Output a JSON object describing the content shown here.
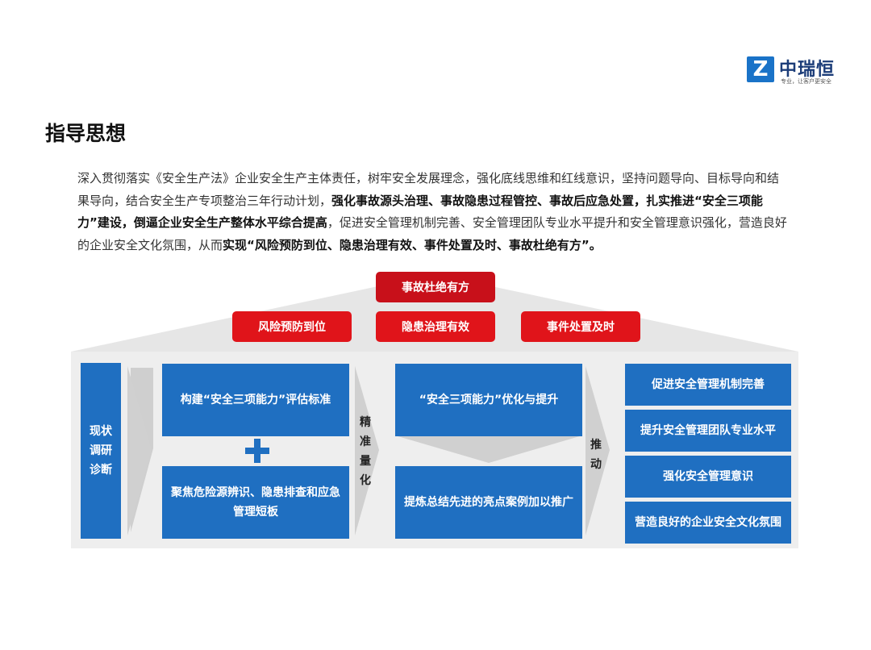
{
  "logo": {
    "mark": "Z",
    "name": "中瑞恒",
    "tagline": "专业，让客户更安全"
  },
  "page_title": "指导思想",
  "intro": {
    "p1": "深入贯彻落实《安全生产法》企业安全生产主体责任，树牢安全发展理念，强化底线思维和红线意识，坚持问题导向、目标导向和结果导向，结合安全生产专项整治三年行动计划，",
    "b1": "强化事故源头治理、事故隐患过程管控、事故后应急处置，扎实推进“安全三项能力”建设，倒逼企业安全生产整体水平综合提高",
    "p2": "，促进安全管理机制完善、安全管理团队专业水平提升和安全管理意识强化，营造良好的企业安全文化氛围，从而",
    "b2": "实现“风险预防到位、隐患治理有效、事件处置及时、事故杜绝有方”。"
  },
  "roof": {
    "top": "事故杜绝有方",
    "row": [
      "风险预防到位",
      "隐患治理有效",
      "事件处置及时"
    ]
  },
  "diagram": {
    "left": [
      "现状",
      "调研",
      "诊断"
    ],
    "build": "构建“安全三项能力”评估标准",
    "focus": "聚焦危险源辨识、隐患排查和应急管理短板",
    "refine": [
      "精",
      "准",
      "量",
      "化"
    ],
    "optimize": "“安全三项能力”优化与提升",
    "promote": "提炼总结先进的亮点案例加以推广",
    "push": [
      "推",
      "动"
    ],
    "outcomes": [
      "促进安全管理机制完善",
      "提升安全管理团队专业水平",
      "强化安全管理意识",
      "营造良好的企业安全文化氛围"
    ]
  },
  "colors": {
    "red": "#e0141a",
    "blue": "#1f6fc1",
    "gray": "#eeeeee"
  }
}
